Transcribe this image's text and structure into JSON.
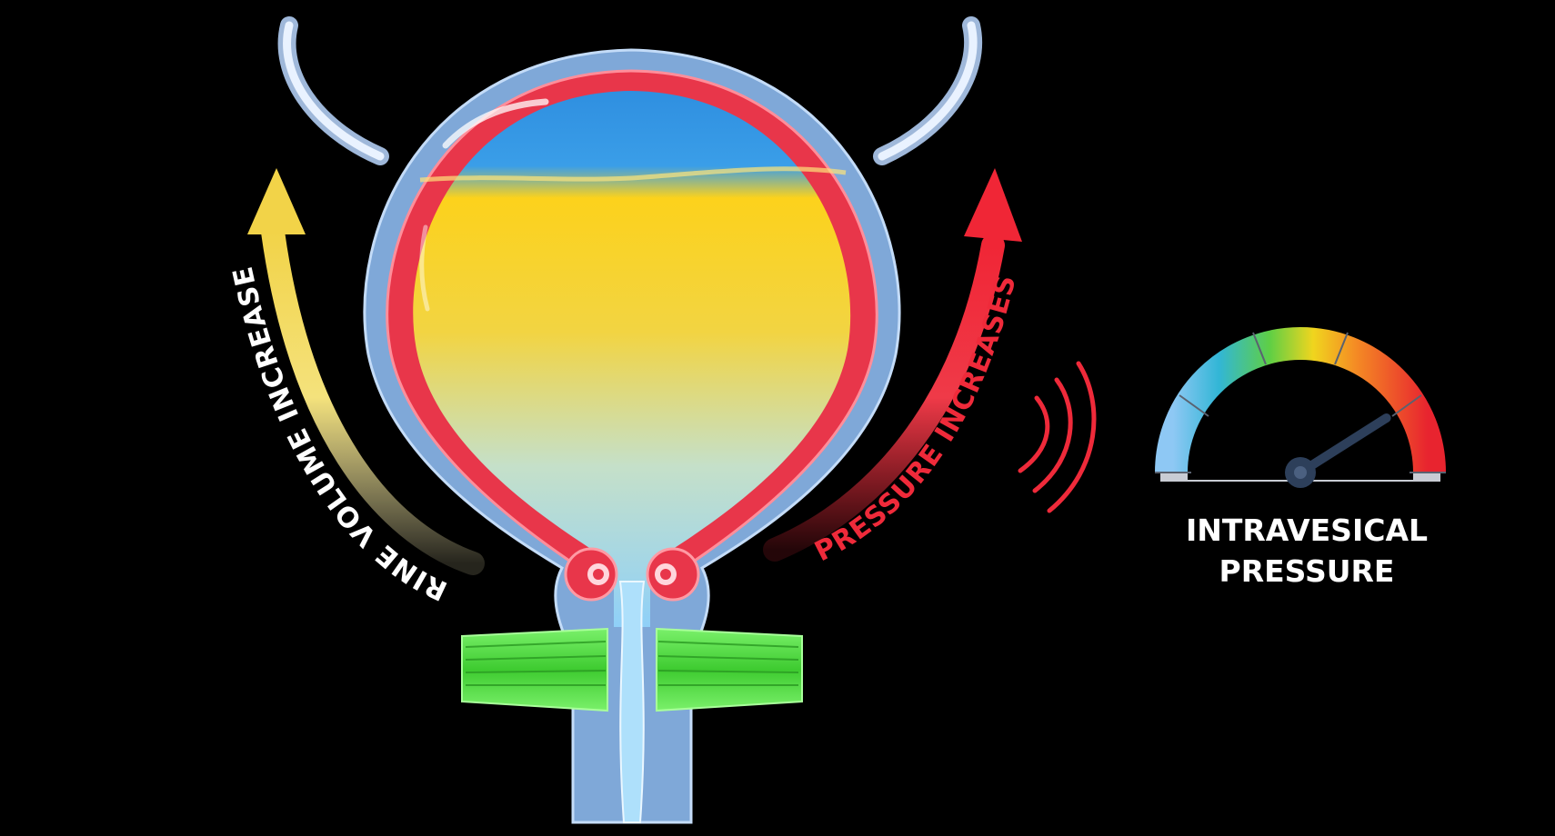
{
  "labels": {
    "volume": "URINE VOLUME INCREASES",
    "pressure": "PRESSURE INCREASES",
    "gauge_line1": "INTRAVESICAL",
    "gauge_line2": "PRESSURE"
  },
  "gauge": {
    "level": 0.82
  },
  "icons": {
    "volume_arrow": "arrow-up-curved-icon",
    "pressure_arrow": "arrow-up-curved-icon",
    "pressure_waves": "pressure-waves-icon",
    "gauge": "pressure-gauge-icon"
  },
  "colors": {
    "background": "#000000",
    "urine": "#fcd21c",
    "air": "#2f8fe0",
    "bladder_wall": "#e8364a",
    "outer_wall": "#7fa8d8",
    "sphincter_external": "#4ad43c",
    "volume_arrow": "#f4de66",
    "pressure_arrow": "#ef2a3a",
    "gauge_needle": "#2d3f5a",
    "label_text": "#ffffff"
  }
}
